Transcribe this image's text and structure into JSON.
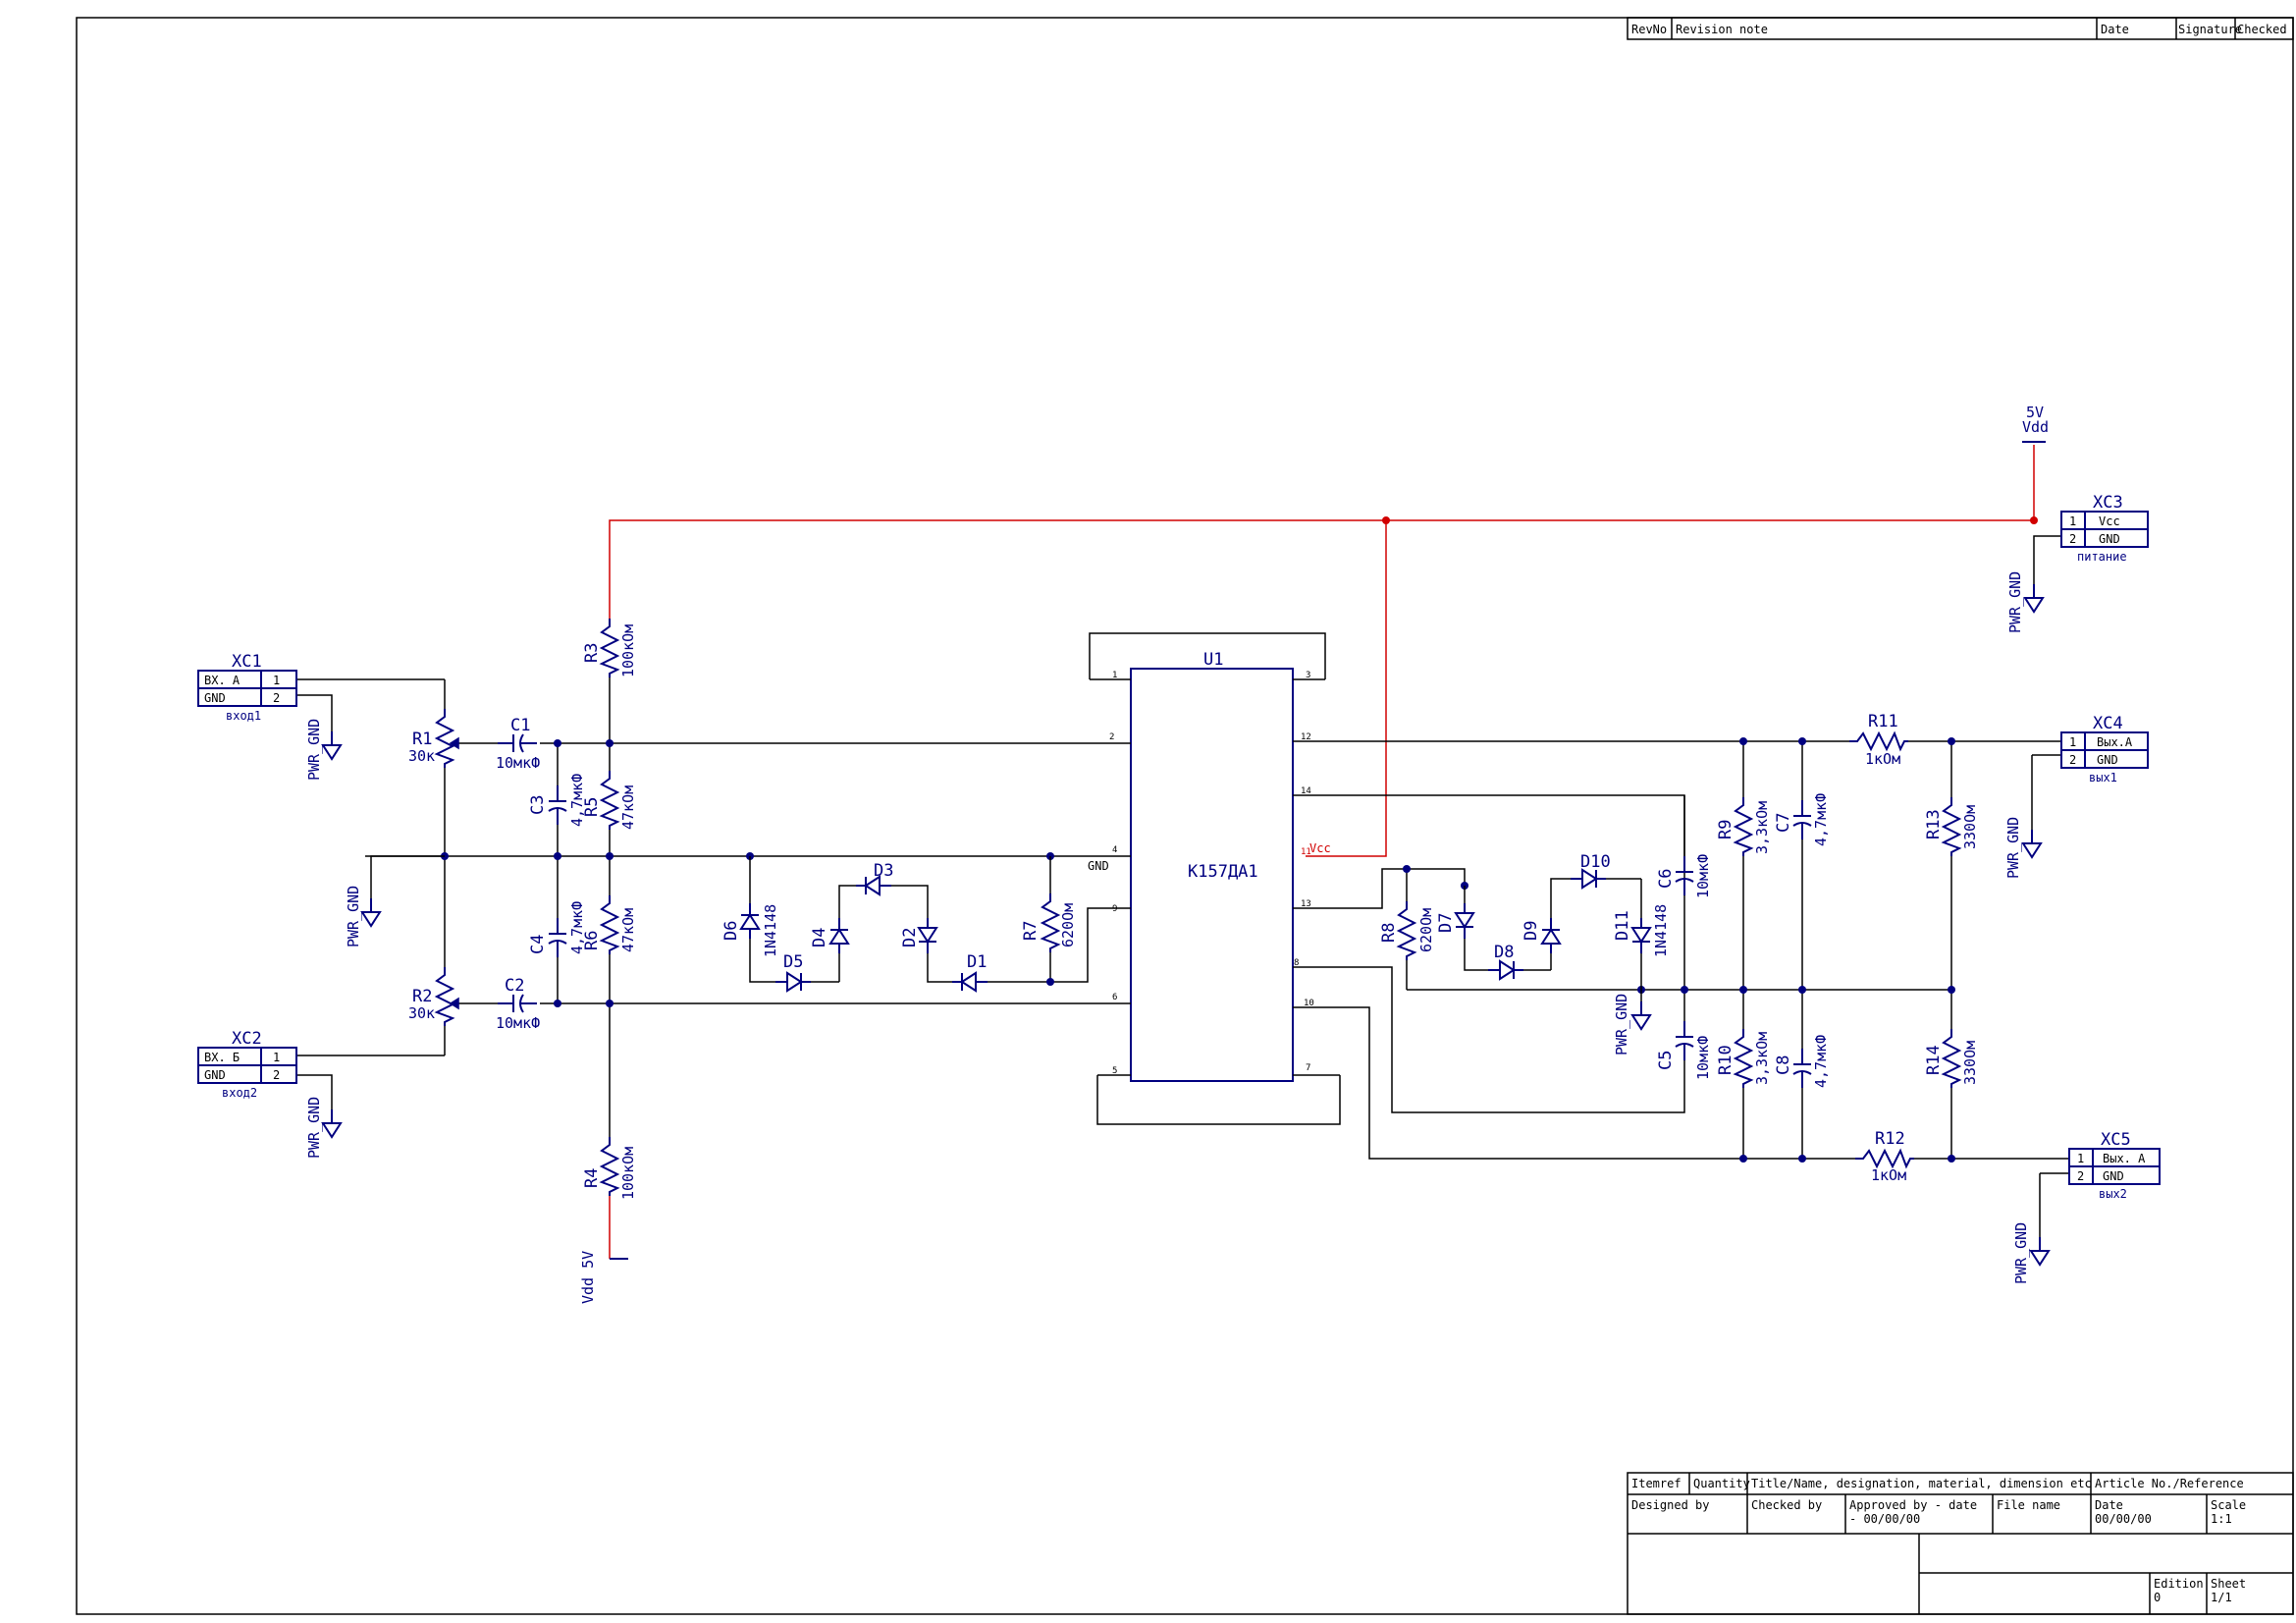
{
  "revision_table": {
    "headers": [
      "RevNo",
      "Revision note",
      "Date",
      "Signature",
      "Checked"
    ]
  },
  "power": {
    "vdd_top_value": "5V",
    "vdd_top_name": "Vdd",
    "vdd_bottom": "Vdd 5V",
    "gnd": "PWR_GND",
    "vcc": "Vcc"
  },
  "u1": {
    "ref": "U1",
    "value": "К157ДА1",
    "gnd_label": "GND",
    "vcc_label": "Vcc",
    "pins": [
      "1",
      "2",
      "3",
      "4",
      "5",
      "6",
      "7",
      "8",
      "9",
      "10",
      "11",
      "12",
      "13",
      "14"
    ]
  },
  "connectors": {
    "xc1": {
      "ref": "XC1",
      "rows": [
        "ВХ. А",
        "GND"
      ],
      "nums": [
        "1",
        "2"
      ],
      "caption": "вход1"
    },
    "xc2": {
      "ref": "XC2",
      "rows": [
        "ВХ. Б",
        "GND"
      ],
      "nums": [
        "1",
        "2"
      ],
      "caption": "вход2"
    },
    "xc3": {
      "ref": "XC3",
      "rows": [
        "Vcc",
        "GND"
      ],
      "nums": [
        "1",
        "2"
      ],
      "caption": "питание"
    },
    "xc4": {
      "ref": "XC4",
      "rows": [
        "Вых.А",
        "GND"
      ],
      "nums": [
        "1",
        "2"
      ],
      "caption": "вых1"
    },
    "xc5": {
      "ref": "XC5",
      "rows": [
        "Вых. А",
        "GND"
      ],
      "nums": [
        "1",
        "2"
      ],
      "caption": "вых2"
    }
  },
  "resistors": {
    "R1": "30к",
    "R2": "30к",
    "R3": "100кОм",
    "R4": "100кОм",
    "R5": "47кОм",
    "R6": "47кОм",
    "R7": "620Ом",
    "R8": "620Ом",
    "R9": "3,3кОм",
    "R10": "3,3кОм",
    "R11": "1кОм",
    "R12": "1кОм",
    "R13": "330Ом",
    "R14": "330Ом"
  },
  "capacitors": {
    "C1": "10мкФ",
    "C2": "10мкФ",
    "C3": "4,7мкФ",
    "C4": "4,7мкФ",
    "C5": "10мкФ",
    "C6": "10мкФ",
    "C7": "4,7мкФ",
    "C8": "4,7мкФ"
  },
  "diodes": {
    "D6": "1N4148",
    "D11": "1N4148",
    "refs": [
      "D1",
      "D2",
      "D3",
      "D4",
      "D5",
      "D6",
      "D7",
      "D8",
      "D9",
      "D10",
      "D11"
    ]
  },
  "pin_numbers": {
    "one": "1",
    "two": "2",
    "three": "3"
  },
  "title_block": {
    "itemref": "Itemref",
    "quantity": "Quantity",
    "title": "Title/Name, designation, material, dimension etc",
    "article": "Article No./Reference",
    "designed_by": "Designed by",
    "checked_by": "Checked by",
    "approved_by": "Approved by - date",
    "approved_date": "- 00/00/00",
    "file_name": "File name",
    "date_label": "Date",
    "date_value": "00/00/00",
    "scale_label": "Scale",
    "scale_value": "1:1",
    "edition_label": "Edition",
    "edition_value": "0",
    "sheet_label": "Sheet",
    "sheet_value": "1/1"
  },
  "colors": {
    "wire": "#000000",
    "power_wire": "#d10000",
    "part": "#000080"
  }
}
